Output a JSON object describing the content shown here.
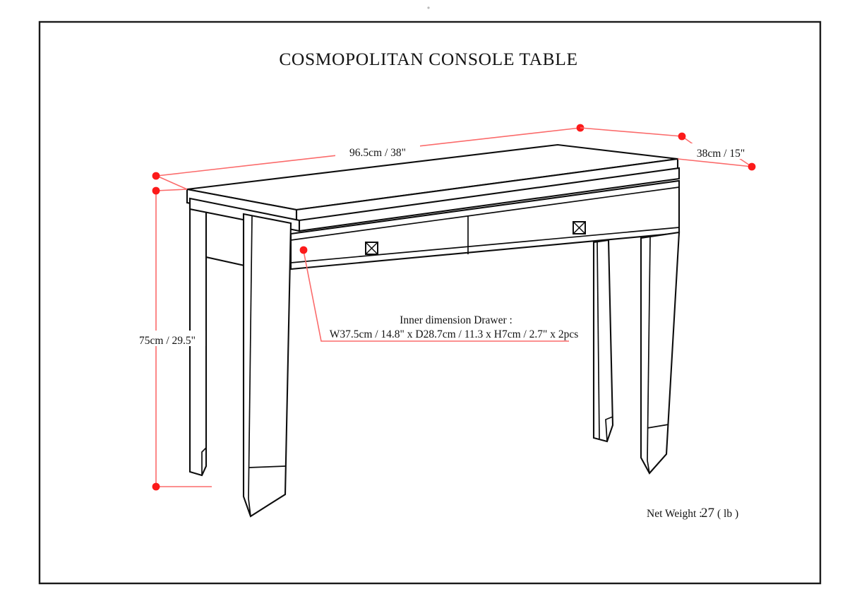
{
  "document": {
    "title": "COSMOPOLITAN CONSOLE TABLE",
    "kind": "furniture-dimension-drawing"
  },
  "colors": {
    "line": "#0d0d0d",
    "dimension_line": "#fb6b6b",
    "dimension_dot": "#fc1a1a",
    "frame": "#1a1a1a",
    "background": "#ffffff"
  },
  "dimensions": {
    "width": {
      "label": "96.5cm / 38\"",
      "axis": "width",
      "value_cm": 96.5,
      "value_in": 38
    },
    "depth": {
      "label": "38cm / 15\"",
      "axis": "depth",
      "value_cm": 38,
      "value_in": 15
    },
    "height": {
      "label": "75cm / 29.5\"",
      "axis": "height",
      "value_cm": 75,
      "value_in": 29.5
    }
  },
  "callout": {
    "line1": "Inner dimension Drawer :",
    "line2": "W37.5cm / 14.8\" x D28.7cm / 11.3 x H7cm / 2.7\" x 2pcs",
    "drawer_count": 2,
    "inner_width_cm": 37.5,
    "inner_width_in": 14.8,
    "inner_depth_cm": 28.7,
    "inner_depth_in": 11.3,
    "inner_height_cm": 7,
    "inner_height_in": 2.7
  },
  "weight": {
    "label": "Net Weight :",
    "value": "27",
    "unit": "( lb )"
  },
  "product": {
    "drawers": [
      {
        "name": "left-drawer",
        "knob": "crossed-square-knob"
      },
      {
        "name": "right-drawer",
        "knob": "crossed-square-knob"
      }
    ],
    "legs": 4
  }
}
